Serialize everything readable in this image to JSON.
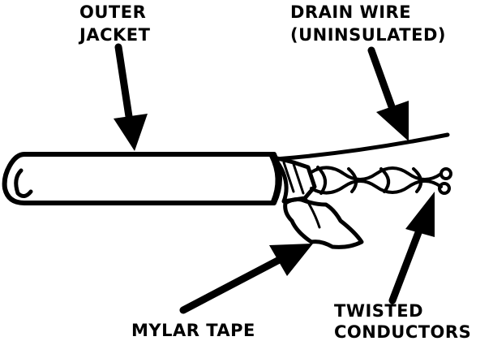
{
  "labels": {
    "outer_jacket": [
      "OUTER",
      "JACKET"
    ],
    "drain_wire": [
      "DRAIN WIRE",
      "(UNINSULATED)"
    ],
    "mylar_tape": "MYLAR TAPE",
    "twisted_conductors": [
      "TWISTED",
      "CONDUCTORS"
    ]
  },
  "colors": {
    "ink": "#000000",
    "background": "#ffffff"
  }
}
